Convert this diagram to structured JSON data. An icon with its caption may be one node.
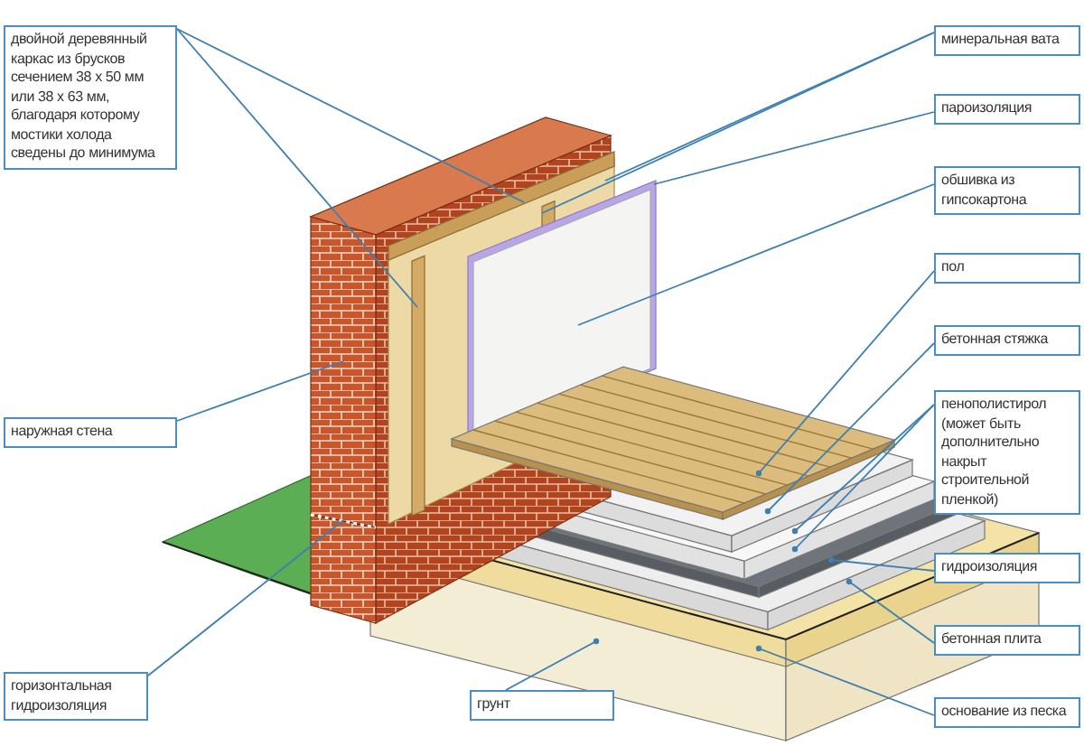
{
  "diagram": {
    "nodes": [
      {
        "text": [
          "двойной деревянный каркас из брусков сечением 38 х 50 мм или 38 х 63 мм, благодаря которому мостики холода сведены до минимума"
        ]
      },
      {
        "text": [
          "минеральная вата"
        ]
      },
      {
        "text": [
          "пароизоляция"
        ]
      },
      {
        "text": [
          "обшивка из гипсокартона"
        ]
      },
      {
        "text": [
          "пол"
        ]
      },
      {
        "text": [
          "бетонная стяжка"
        ]
      },
      {
        "text": [
          "пенополистирол (может быть дополнительно накрыт строительной пленкой)"
        ]
      },
      {
        "text": [
          "наружная стена"
        ]
      },
      {
        "text": [
          "гидроизоляция"
        ]
      },
      {
        "text": [
          "бетонная плита"
        ]
      },
      {
        "text": [
          "горизонтальная гидроизоляция"
        ]
      },
      {
        "text": [
          "грунт"
        ]
      },
      {
        "text": [
          "основание из песка"
        ]
      }
    ],
    "edges": [
      {
        "from": 0,
        "to": null,
        "arrow": "none"
      },
      {
        "from": 0,
        "to": null,
        "arrow": "none"
      },
      {
        "from": 1,
        "to": null,
        "arrow": "none"
      },
      {
        "from": 1,
        "to": null,
        "arrow": "none"
      },
      {
        "from": 2,
        "to": null,
        "arrow": "none"
      },
      {
        "from": 3,
        "to": null,
        "arrow": "none"
      },
      {
        "from": 4,
        "to": null,
        "arrow": "other"
      },
      {
        "from": 5,
        "to": null,
        "arrow": "other"
      },
      {
        "from": 6,
        "to": null,
        "arrow": "other"
      },
      {
        "from": 6,
        "to": null,
        "arrow": "other"
      },
      {
        "from": 7,
        "to": null,
        "arrow": "none"
      },
      {
        "from": 8,
        "to": null,
        "arrow": "other"
      },
      {
        "from": 9,
        "to": null,
        "arrow": "other"
      },
      {
        "from": 10,
        "to": null,
        "arrow": "none"
      },
      {
        "from": 11,
        "to": null,
        "arrow": "other"
      },
      {
        "from": 12,
        "to": null,
        "arrow": "other"
      }
    ]
  }
}
